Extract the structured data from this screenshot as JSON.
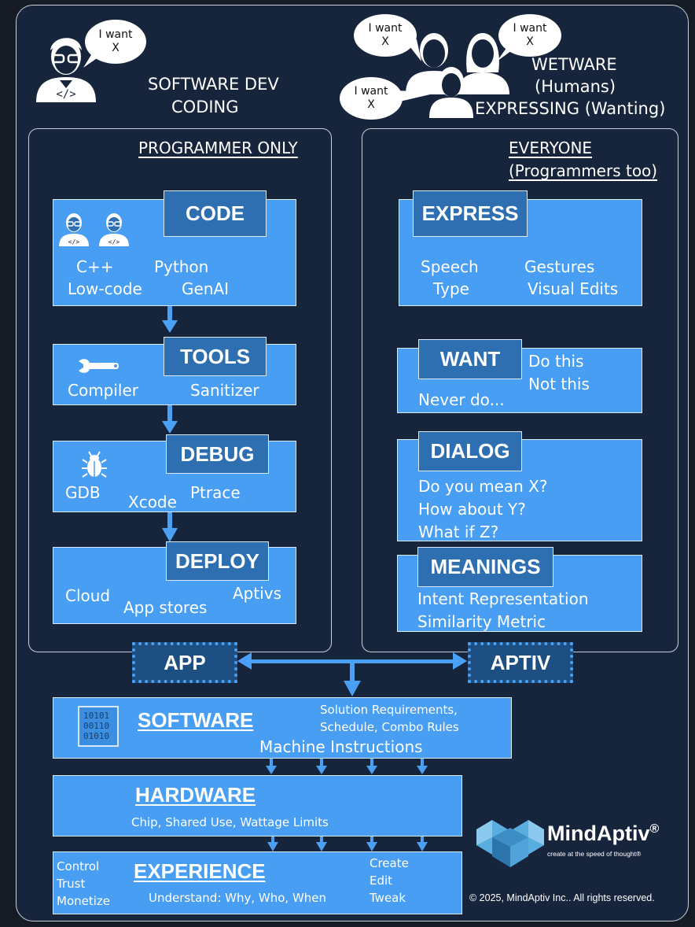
{
  "header_left": {
    "bubble_line1": "I want",
    "bubble_line2": "X",
    "title_line1": "SOFTWARE DEV",
    "title_line2": "CODING"
  },
  "header_right": {
    "bubbles": [
      {
        "line1": "I want",
        "line2": "X"
      },
      {
        "line1": "I want",
        "line2": "X"
      },
      {
        "line1": "I want",
        "line2": "X"
      }
    ],
    "title_line1": "WETWARE",
    "title_line2": "(Humans)",
    "title_line3": "EXPRESSING (Wanting)"
  },
  "left_panel": {
    "title": "PROGRAMMER ONLY",
    "stages": [
      {
        "tag": "CODE",
        "items": [
          "C++",
          "Python",
          "Low-code",
          "GenAI"
        ]
      },
      {
        "tag": "TOOLS",
        "items": [
          "Compiler",
          "Sanitizer"
        ]
      },
      {
        "tag": "DEBUG",
        "items": [
          "GDB",
          "Xcode",
          "Ptrace"
        ]
      },
      {
        "tag": "DEPLOY",
        "items": [
          "Cloud",
          "App stores",
          "Aptivs"
        ]
      }
    ]
  },
  "right_panel": {
    "title_line1": "EVERYONE",
    "title_line2": "(Programmers too)",
    "stages": [
      {
        "tag": "EXPRESS",
        "items": [
          "Speech",
          "Type",
          "Gestures",
          "Visual Edits"
        ]
      },
      {
        "tag": "WANT",
        "items": [
          "Do this",
          "Not this",
          "Never do..."
        ]
      },
      {
        "tag": "DIALOG",
        "items": [
          "Do you mean X?",
          "How about Y?",
          "What if Z?"
        ]
      },
      {
        "tag": "MEANINGS",
        "items": [
          "Intent Representation",
          "Similarity Metric"
        ]
      }
    ]
  },
  "connectors": {
    "app_label": "APP",
    "aptiv_label": "APTIV"
  },
  "software": {
    "title": "SOFTWARE",
    "binary_lines": [
      "10101",
      "00110",
      "01010"
    ],
    "req_line1": "Solution Requirements,",
    "req_line2": "Schedule, Combo Rules",
    "subtitle": "Machine Instructions"
  },
  "hardware": {
    "title": "HARDWARE",
    "subtitle": "Chip, Shared Use, Wattage Limits"
  },
  "experience": {
    "title": "EXPERIENCE",
    "left_items": [
      "Control",
      "Trust",
      "Monetize"
    ],
    "subtitle": "Understand: Why, Who, When",
    "right_items": [
      "Create",
      "Edit",
      "Tweak"
    ]
  },
  "brand": {
    "name": "MindAptiv",
    "registered": "®",
    "tagline": "create at the speed of thought®",
    "copyright": "© 2025, MindAptiv Inc.. All rights reserved."
  },
  "colors": {
    "background": "#16243c",
    "box_blue": "#479ef3",
    "tag_blue": "#2d6fb0",
    "arrow_blue": "#4aa0f5"
  }
}
